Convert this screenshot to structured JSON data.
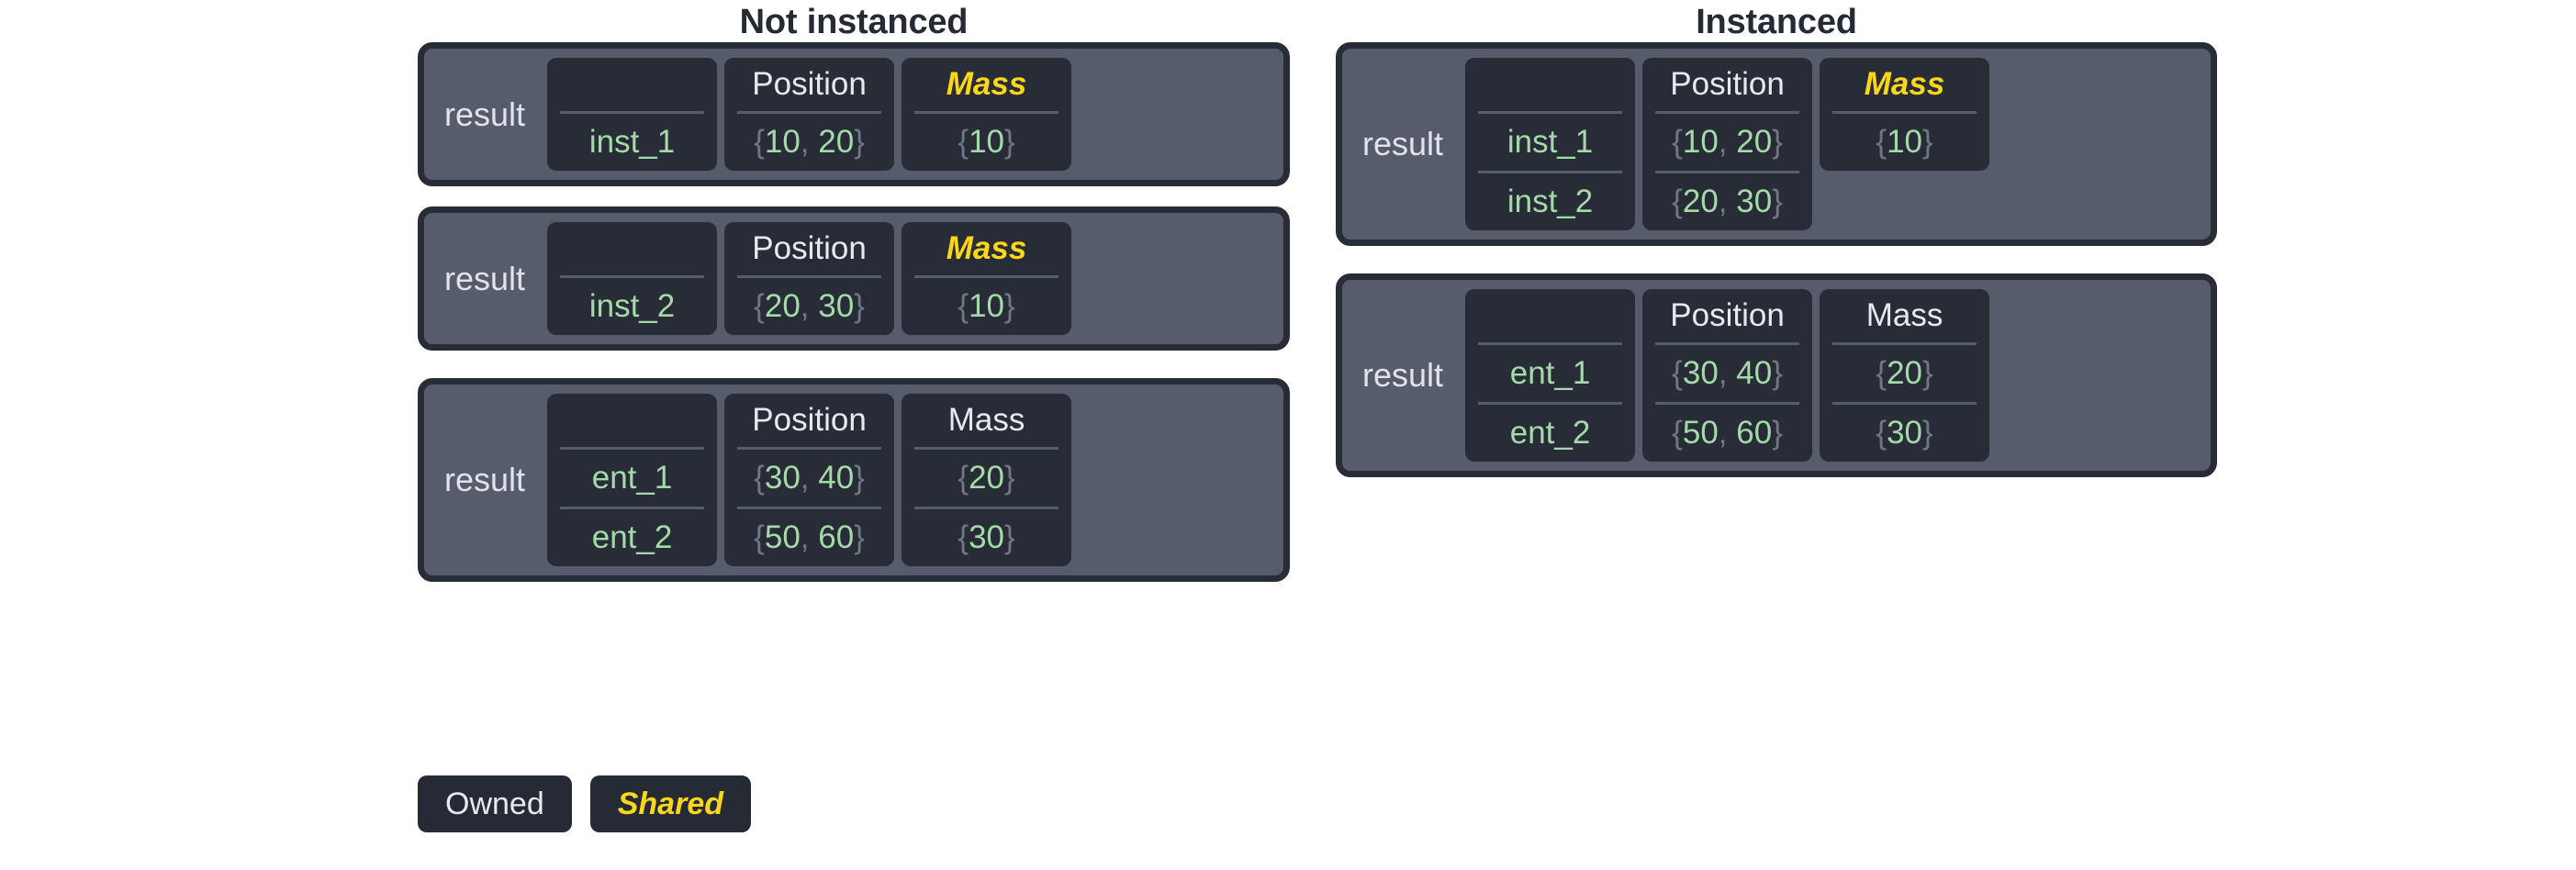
{
  "colors": {
    "owned_text": "#e6eaf0",
    "shared_text": "#fcd618",
    "value_text": "#a4daaa",
    "brace_text": "#6f7785",
    "panel_bg": "#565c6b",
    "cell_bg": "#282c36",
    "border": "#272c36",
    "page_bg": "#ffffff",
    "title_text": "#252a35"
  },
  "columns": {
    "left": {
      "title": "Not instanced",
      "tables": [
        {
          "label": "result",
          "headers": {
            "name": "",
            "position": "Position",
            "mass": "Mass"
          },
          "mass_shared": true,
          "mass_rows": 1,
          "rows": [
            {
              "name": "inst_1",
              "position": "{10, 20}",
              "mass": "{10}"
            }
          ]
        },
        {
          "label": "result",
          "headers": {
            "name": "",
            "position": "Position",
            "mass": "Mass"
          },
          "mass_shared": true,
          "mass_rows": 1,
          "rows": [
            {
              "name": "inst_2",
              "position": "{20, 30}",
              "mass": "{10}"
            }
          ]
        },
        {
          "label": "result",
          "headers": {
            "name": "",
            "position": "Position",
            "mass": "Mass"
          },
          "mass_shared": false,
          "mass_rows": 2,
          "rows": [
            {
              "name": "ent_1",
              "position": "{30, 40}",
              "mass": "{20}"
            },
            {
              "name": "ent_2",
              "position": "{50, 60}",
              "mass": "{30}"
            }
          ]
        }
      ]
    },
    "right": {
      "title": "Instanced",
      "tables": [
        {
          "label": "result",
          "headers": {
            "name": "",
            "position": "Position",
            "mass": "Mass"
          },
          "mass_shared": true,
          "mass_rows": 1,
          "rows": [
            {
              "name": "inst_1",
              "position": "{10, 20}",
              "mass": "{10}"
            },
            {
              "name": "inst_2",
              "position": "{20, 30}",
              "mass": null
            }
          ]
        },
        {
          "label": "result",
          "headers": {
            "name": "",
            "position": "Position",
            "mass": "Mass"
          },
          "mass_shared": false,
          "mass_rows": 2,
          "rows": [
            {
              "name": "ent_1",
              "position": "{30, 40}",
              "mass": "{20}"
            },
            {
              "name": "ent_2",
              "position": "{50, 60}",
              "mass": "{30}"
            }
          ]
        }
      ]
    }
  },
  "legend": {
    "items": [
      {
        "label": "Owned",
        "shared": false
      },
      {
        "label": "Shared",
        "shared": true
      }
    ]
  }
}
